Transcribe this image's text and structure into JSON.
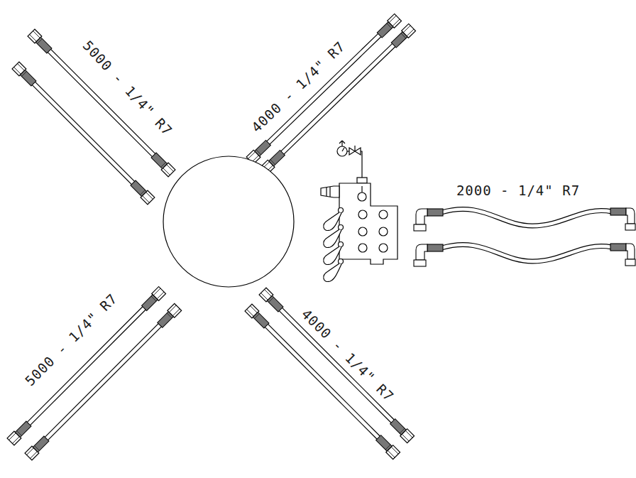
{
  "diagram": {
    "labels": [
      "5000 - 1/4\" R7",
      "4000 - 1/4\" R7",
      "2000 - 1/4\" R7",
      "5000 - 1/4\" R7",
      "4000 - 1/4\" R7"
    ]
  }
}
